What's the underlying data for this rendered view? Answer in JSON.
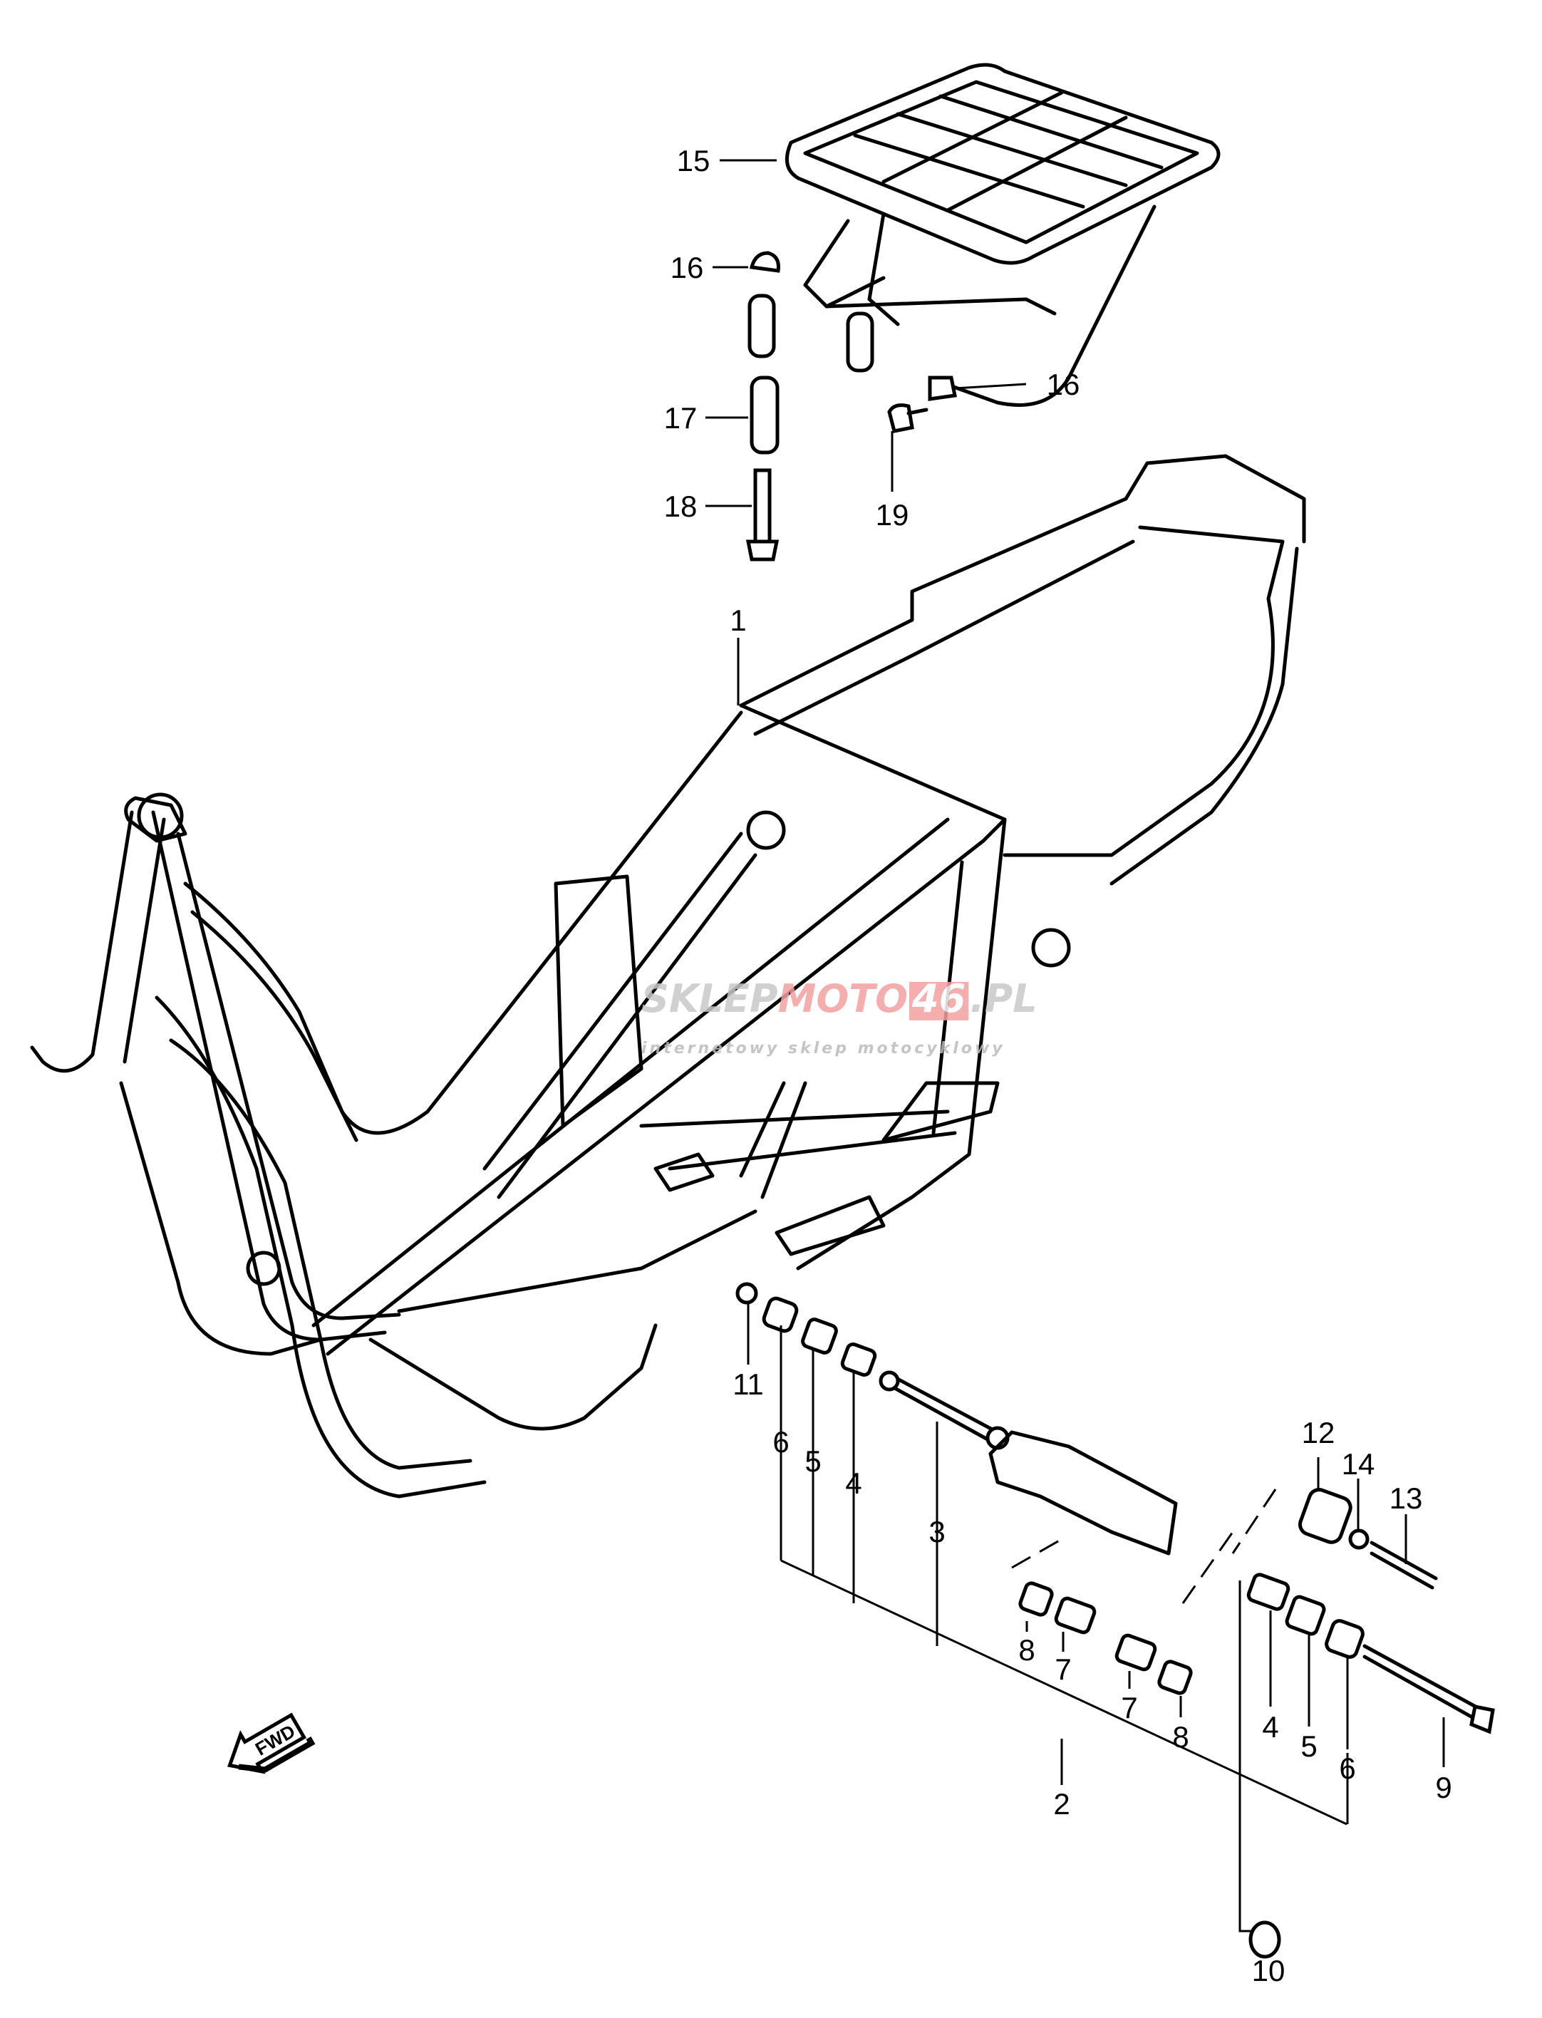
{
  "diagram": {
    "type": "exploded parts diagram",
    "labels": [
      {
        "id": "15",
        "text": "15"
      },
      {
        "id": "16a",
        "text": "16"
      },
      {
        "id": "16b",
        "text": "16"
      },
      {
        "id": "17",
        "text": "17"
      },
      {
        "id": "18",
        "text": "18"
      },
      {
        "id": "19",
        "text": "19"
      },
      {
        "id": "1",
        "text": "1"
      },
      {
        "id": "11",
        "text": "11"
      },
      {
        "id": "6a",
        "text": "6"
      },
      {
        "id": "5a",
        "text": "5"
      },
      {
        "id": "4a",
        "text": "4"
      },
      {
        "id": "3",
        "text": "3"
      },
      {
        "id": "12",
        "text": "12"
      },
      {
        "id": "14",
        "text": "14"
      },
      {
        "id": "13",
        "text": "13"
      },
      {
        "id": "8a",
        "text": "8"
      },
      {
        "id": "7a",
        "text": "7"
      },
      {
        "id": "7b",
        "text": "7"
      },
      {
        "id": "8b",
        "text": "8"
      },
      {
        "id": "4b",
        "text": "4"
      },
      {
        "id": "5b",
        "text": "5"
      },
      {
        "id": "6b",
        "text": "6"
      },
      {
        "id": "9",
        "text": "9"
      },
      {
        "id": "2",
        "text": "2"
      },
      {
        "id": "10",
        "text": "10"
      }
    ],
    "fwd_arrow": "FWD",
    "watermark": {
      "brand_gray": "SKLEP",
      "brand_red": "MOTO",
      "brand_box": "46",
      "suffix": ".PL",
      "tagline": "internetowy sklep motocyklowy"
    }
  },
  "colors": {
    "line": "#000000",
    "watermark_gray": "#c8c8c8",
    "watermark_red": "#f4a0a0"
  }
}
